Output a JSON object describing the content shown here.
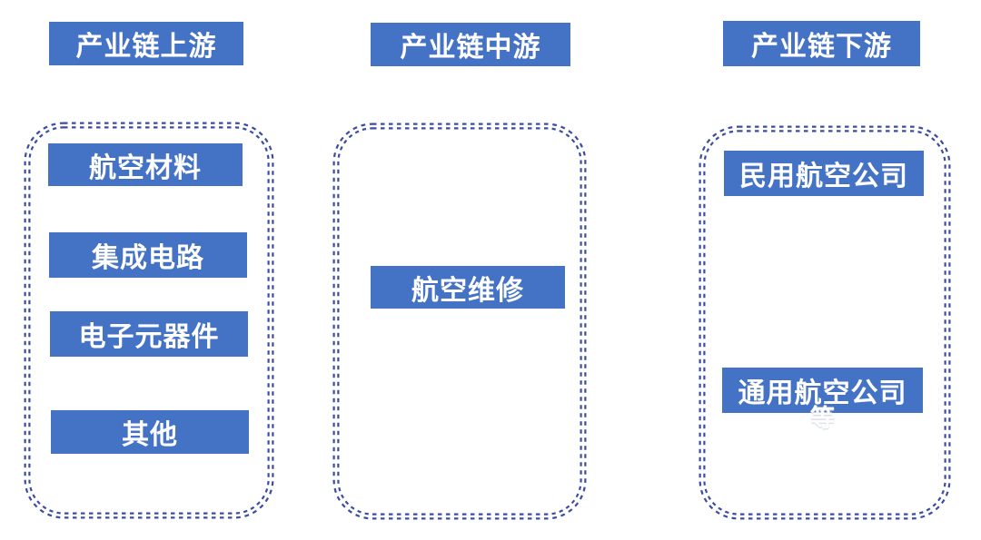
{
  "diagram": {
    "colors": {
      "box_fill": "#4472C4",
      "box_text": "#FFFFFF",
      "dash_border": "#3B4DA2",
      "background": "#FFFFFF"
    },
    "columns": [
      {
        "header": "产业链上游",
        "items": [
          "航空材料",
          "集成电路",
          "电子元器件",
          "其他"
        ]
      },
      {
        "header": "产业链中游",
        "items": [
          "航空维修"
        ]
      },
      {
        "header": "产业链下游",
        "items": [
          "民用航空公司",
          "通用航空公司"
        ],
        "overflow_item": "等"
      }
    ]
  }
}
